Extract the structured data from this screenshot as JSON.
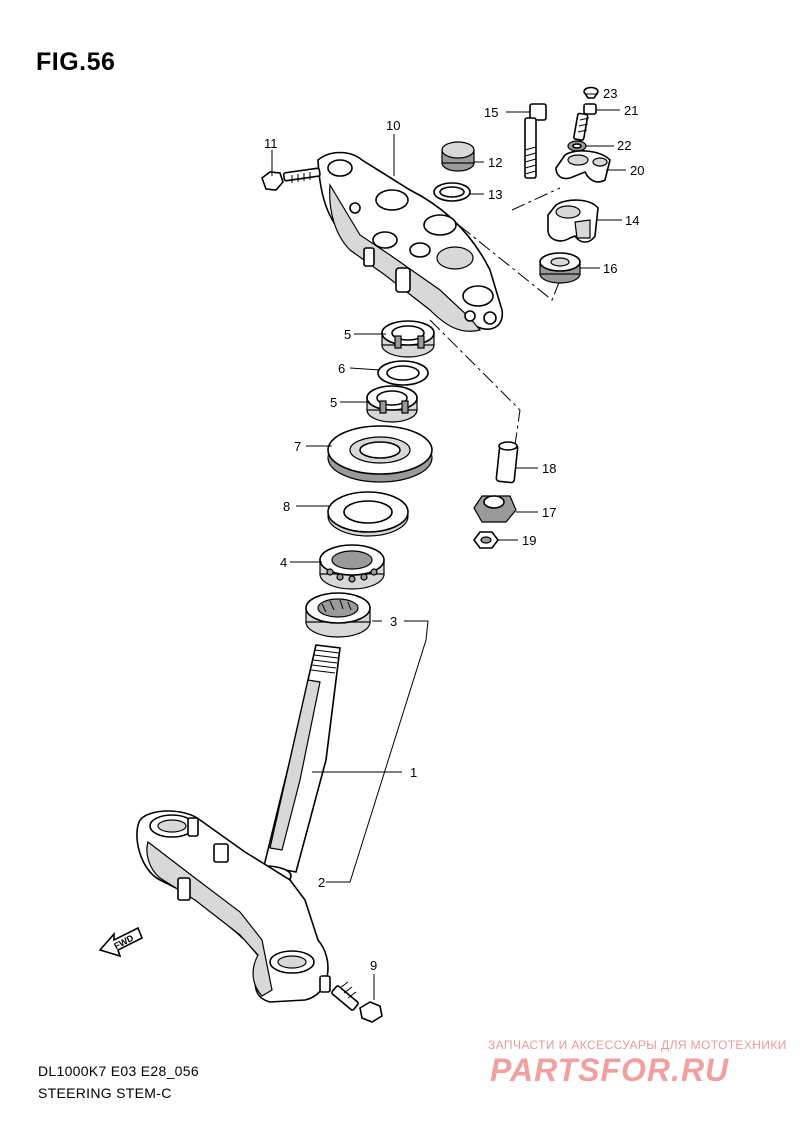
{
  "figure": {
    "title": "FIG.56"
  },
  "footer": {
    "code": "DL1000K7 E03 E28_056",
    "name": "STEERING STEM-C"
  },
  "watermark": {
    "tagline": "ЗАПЧАСТИ И АКСЕССУАРЫ ДЛЯ МОТОТЕХНИКИ",
    "logo": "PARTSFOR.RU"
  },
  "arrow": {
    "label": "FWD"
  },
  "callouts": [
    {
      "id": "23",
      "label": "23"
    },
    {
      "id": "21",
      "label": "21"
    },
    {
      "id": "15",
      "label": "15"
    },
    {
      "id": "22",
      "label": "22"
    },
    {
      "id": "11",
      "label": "11"
    },
    {
      "id": "10",
      "label": "10"
    },
    {
      "id": "12",
      "label": "12"
    },
    {
      "id": "20",
      "label": "20"
    },
    {
      "id": "13",
      "label": "13"
    },
    {
      "id": "14",
      "label": "14"
    },
    {
      "id": "16",
      "label": "16"
    },
    {
      "id": "5a",
      "label": "5"
    },
    {
      "id": "6",
      "label": "6"
    },
    {
      "id": "5b",
      "label": "5"
    },
    {
      "id": "7",
      "label": "7"
    },
    {
      "id": "18",
      "label": "18"
    },
    {
      "id": "8",
      "label": "8"
    },
    {
      "id": "17",
      "label": "17"
    },
    {
      "id": "4",
      "label": "4"
    },
    {
      "id": "19",
      "label": "19"
    },
    {
      "id": "3",
      "label": "3"
    },
    {
      "id": "1",
      "label": "1"
    },
    {
      "id": "2",
      "label": "2"
    },
    {
      "id": "9",
      "label": "9"
    }
  ]
}
